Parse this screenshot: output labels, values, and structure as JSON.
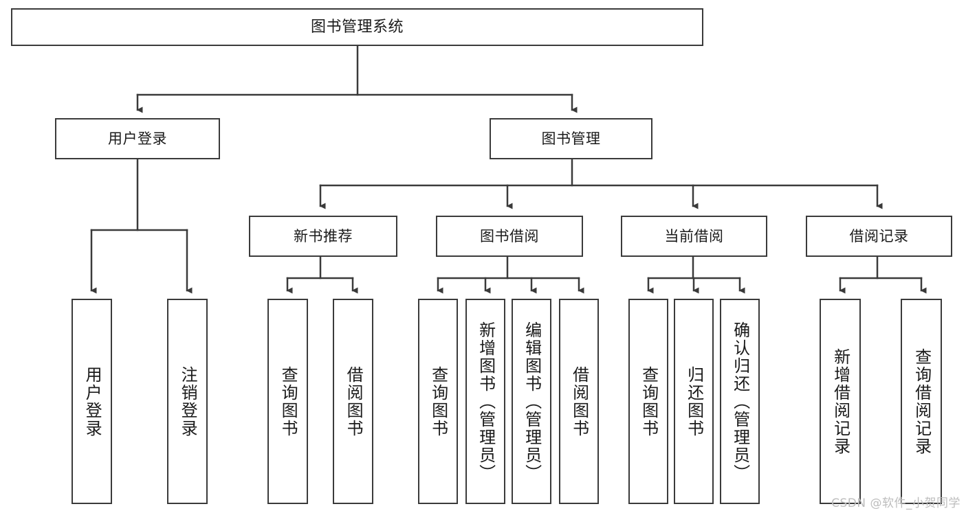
{
  "diagram": {
    "type": "tree",
    "title": "图书管理系统",
    "colors": {
      "box_stroke": "#3a3a3a",
      "box_fill": "#ffffff",
      "edge": "#3a3a3a",
      "text": "#1a1a1a",
      "watermark": "#bdbdbd"
    },
    "nodes": [
      {
        "id": "root",
        "label": "图书管理系统",
        "level": 1,
        "orientation": "horizontal"
      },
      {
        "id": "login",
        "label": "用户登录",
        "level": 2,
        "orientation": "horizontal"
      },
      {
        "id": "bookmgmt",
        "label": "图书管理",
        "level": 2,
        "orientation": "horizontal"
      },
      {
        "id": "newbooks",
        "label": "新书推荐",
        "level": 3,
        "orientation": "horizontal"
      },
      {
        "id": "borrow",
        "label": "图书借阅",
        "level": 3,
        "orientation": "horizontal"
      },
      {
        "id": "current",
        "label": "当前借阅",
        "level": 3,
        "orientation": "horizontal"
      },
      {
        "id": "records",
        "label": "借阅记录",
        "level": 3,
        "orientation": "horizontal"
      },
      {
        "id": "l1",
        "label": "用户登录",
        "level": 4,
        "orientation": "vertical"
      },
      {
        "id": "l2",
        "label": "注销登录",
        "level": 4,
        "orientation": "vertical"
      },
      {
        "id": "l3",
        "label": "查询图书",
        "level": 4,
        "orientation": "vertical"
      },
      {
        "id": "l4",
        "label": "借阅图书",
        "level": 4,
        "orientation": "vertical"
      },
      {
        "id": "l5",
        "label": "查询图书",
        "level": 4,
        "orientation": "vertical"
      },
      {
        "id": "l6",
        "label": "新增图书（管理员）",
        "level": 4,
        "orientation": "vertical"
      },
      {
        "id": "l7",
        "label": "编辑图书（管理员）",
        "level": 4,
        "orientation": "vertical"
      },
      {
        "id": "l8",
        "label": "借阅图书",
        "level": 4,
        "orientation": "vertical"
      },
      {
        "id": "l9",
        "label": "查询图书",
        "level": 4,
        "orientation": "vertical"
      },
      {
        "id": "l10",
        "label": "归还图书",
        "level": 4,
        "orientation": "vertical"
      },
      {
        "id": "l11",
        "label": "确认归还（管理员）",
        "level": 4,
        "orientation": "vertical"
      },
      {
        "id": "l12",
        "label": "新增借阅记录",
        "level": 4,
        "orientation": "vertical"
      },
      {
        "id": "l13",
        "label": "查询借阅记录",
        "level": 4,
        "orientation": "vertical"
      }
    ],
    "edges": [
      {
        "from": "root",
        "to": "login"
      },
      {
        "from": "root",
        "to": "bookmgmt"
      },
      {
        "from": "login",
        "to": "l1"
      },
      {
        "from": "login",
        "to": "l2"
      },
      {
        "from": "bookmgmt",
        "to": "newbooks"
      },
      {
        "from": "bookmgmt",
        "to": "borrow"
      },
      {
        "from": "bookmgmt",
        "to": "current"
      },
      {
        "from": "bookmgmt",
        "to": "records"
      },
      {
        "from": "newbooks",
        "to": "l3"
      },
      {
        "from": "newbooks",
        "to": "l4"
      },
      {
        "from": "borrow",
        "to": "l5"
      },
      {
        "from": "borrow",
        "to": "l6"
      },
      {
        "from": "borrow",
        "to": "l7"
      },
      {
        "from": "borrow",
        "to": "l8"
      },
      {
        "from": "current",
        "to": "l9"
      },
      {
        "from": "current",
        "to": "l10"
      },
      {
        "from": "current",
        "to": "l11"
      },
      {
        "from": "records",
        "to": "l12"
      },
      {
        "from": "records",
        "to": "l13"
      }
    ]
  },
  "watermark": {
    "text": "CSDN @软件_小贺同学"
  }
}
